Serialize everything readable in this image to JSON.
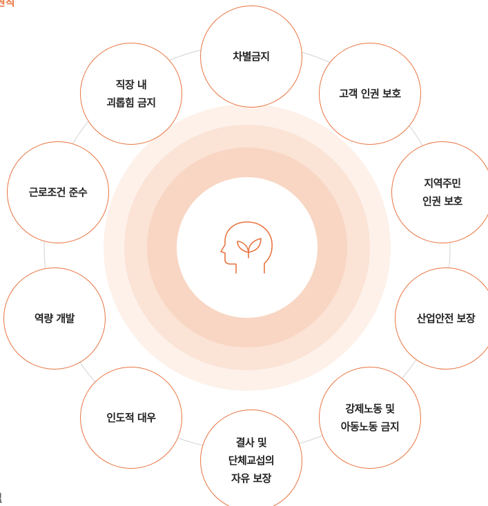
{
  "header": {
    "partial_title": "원칙"
  },
  "footer": {
    "partial_link": "책"
  },
  "diagram": {
    "center_icon": "head-with-leaf-icon",
    "colors": {
      "accent": "#e8733f",
      "ring_light": "#fdf1ea",
      "ring_mid": "#fbe3d6",
      "ring_inner": "#f8d6c3",
      "orbit_line": "#d9d9d9",
      "text": "#222222"
    },
    "nodes": [
      {
        "id": "discrimination",
        "label": "차별금지"
      },
      {
        "id": "customer-rights",
        "label": "고객 인권 보호"
      },
      {
        "id": "community-rights",
        "label": "지역주민\n인권 보호"
      },
      {
        "id": "industrial-safety",
        "label": "산업안전 보장"
      },
      {
        "id": "forced-labor",
        "label": "강제노동 및\n아동노동 금지"
      },
      {
        "id": "association",
        "label": "결사 및\n단체교섭의\n자유 보장"
      },
      {
        "id": "humane-treatment",
        "label": "인도적 대우"
      },
      {
        "id": "competency",
        "label": "역량 개발"
      },
      {
        "id": "working-conditions",
        "label": "근로조건 준수"
      },
      {
        "id": "harassment",
        "label": "직장 내\n괴롭힘 금지"
      }
    ]
  }
}
